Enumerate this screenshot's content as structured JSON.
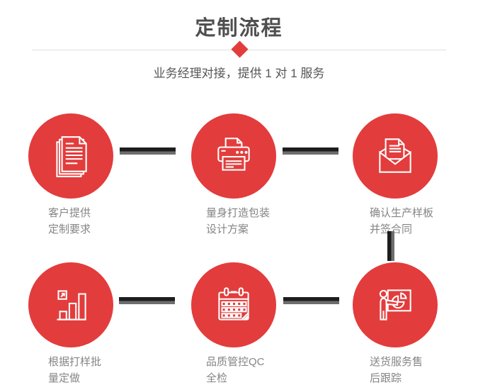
{
  "colors": {
    "accent": "#e33c3c",
    "connector-dark": "#1d1d1d",
    "connector-light": "#6e6e6e",
    "title": "#4f4f4f",
    "subtitle": "#555555",
    "caption": "#858585",
    "divider": "#e0e0e0"
  },
  "header": {
    "title": "定制流程",
    "subtitle": "业务经理对接，提供 1 对 1 服务"
  },
  "flow": {
    "steps": [
      {
        "icon": "documents-icon",
        "lines": [
          "客户提供",
          "定制要求"
        ]
      },
      {
        "icon": "printer-icon",
        "lines": [
          "量身打造包装",
          "设计方案"
        ]
      },
      {
        "icon": "envelope-icon",
        "lines": [
          "确认生产样板",
          "并签合同"
        ]
      },
      {
        "icon": "bar-chart-icon",
        "lines": [
          "根据打样批",
          "量定做"
        ]
      },
      {
        "icon": "calendar-icon",
        "lines": [
          "品质管控QC",
          "全检"
        ]
      },
      {
        "icon": "presentation-icon",
        "lines": [
          "送货服务售",
          "后跟踪"
        ]
      }
    ]
  }
}
